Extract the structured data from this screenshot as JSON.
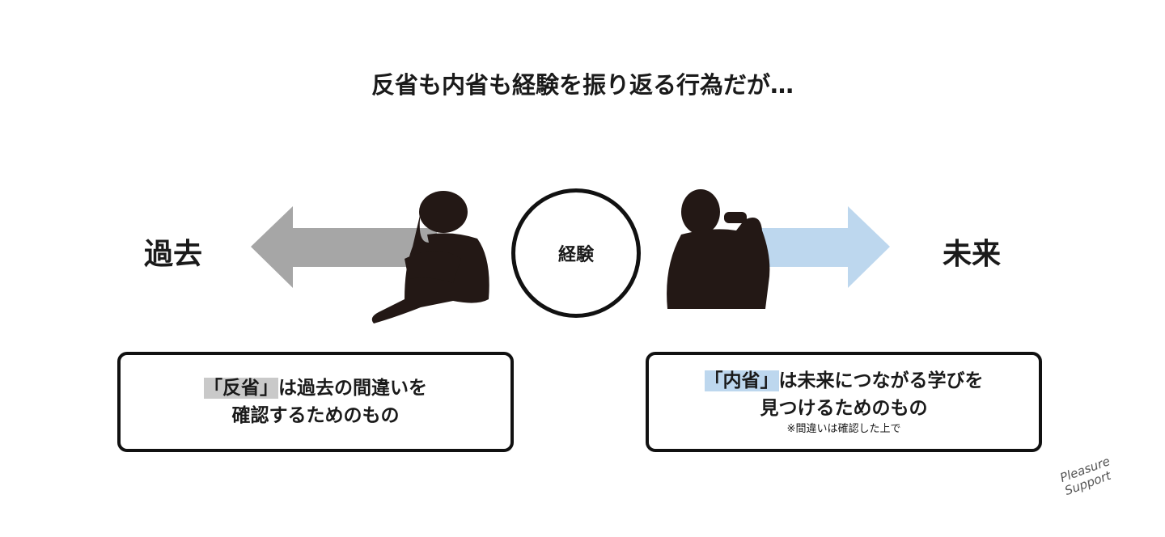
{
  "title": "反省も内省も経験を振り返る行為だが…",
  "past_label": "過去",
  "future_label": "未来",
  "center_label": "経験",
  "left_box": {
    "highlight": "「反省」",
    "line1_rest": "は過去の間違いを",
    "line2": "確認するためのもの"
  },
  "right_box": {
    "highlight": "「内省」",
    "line1_rest": "は未来につながる学びを",
    "line2": "見つけるためのもの",
    "note": "※間違いは確認した上で"
  },
  "logo": {
    "line1": "Pleasure",
    "line2": "Support"
  },
  "colors": {
    "past_arrow": "#a6a6a6",
    "future_arrow": "#bdd7ee",
    "silhouette": "#231815"
  }
}
